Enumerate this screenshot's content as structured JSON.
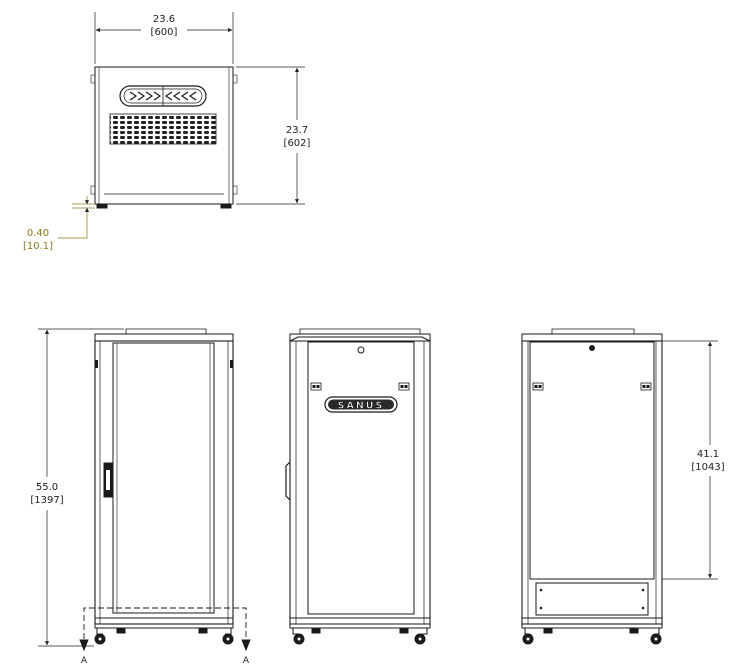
{
  "top_view": {
    "width_in": "23.6",
    "width_mm": "[600]",
    "depth_in": "23.7",
    "depth_mm": "[602]",
    "offset_in": "0.40",
    "offset_mm": "[10.1]"
  },
  "front_view": {
    "height_in": "55.0",
    "height_mm": "[1397]",
    "section_left": "A",
    "section_right": "A"
  },
  "side_view": {
    "brand": "SANUS"
  },
  "rear_view": {
    "height_in": "41.1",
    "height_mm": "[1043]"
  },
  "colors": {
    "line": "#1a1a1a",
    "offset_dimension": "#8a7a1e",
    "background": "#ffffff"
  }
}
